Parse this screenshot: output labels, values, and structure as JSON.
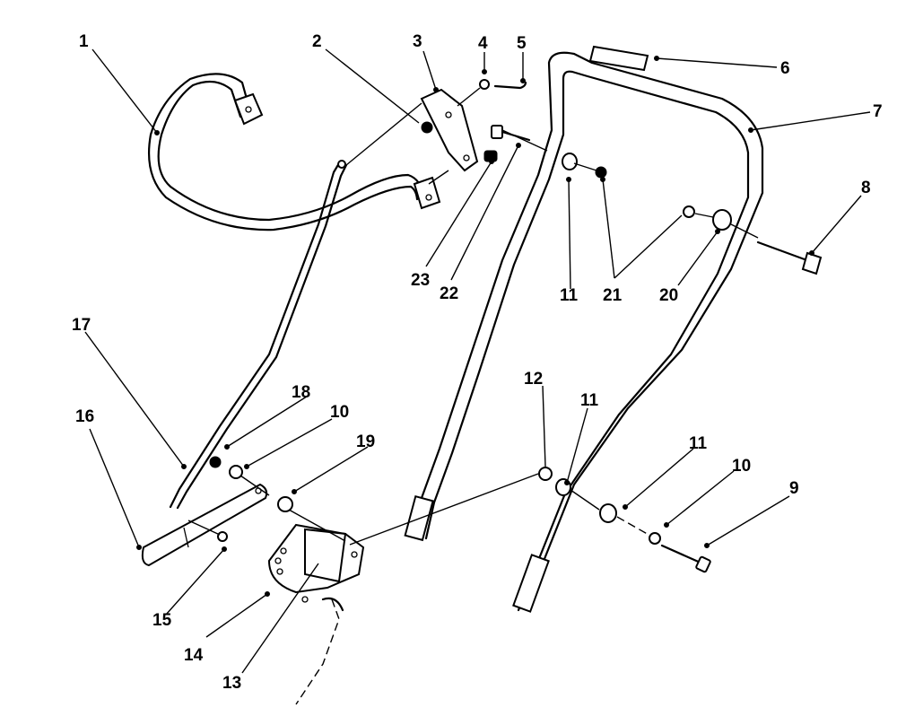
{
  "callouts": {
    "c1": "1",
    "c2": "2",
    "c3": "3",
    "c4": "4",
    "c5": "5",
    "c6": "6",
    "c7": "7",
    "c8": "8",
    "c9": "9",
    "c10a": "10",
    "c10b": "10",
    "c11a": "11",
    "c11b": "11",
    "c11c": "11",
    "c12": "12",
    "c13": "13",
    "c14": "14",
    "c15": "15",
    "c16": "16",
    "c17": "17",
    "c18": "18",
    "c19": "19",
    "c20": "20",
    "c21": "21",
    "c22": "22",
    "c23": "23"
  },
  "colors": {
    "ink": "#000000",
    "paper": "#ffffff"
  }
}
